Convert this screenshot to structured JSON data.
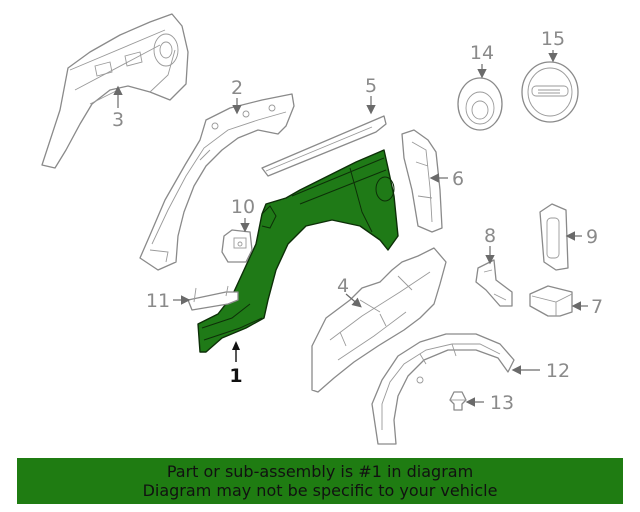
{
  "callouts": {
    "c1": "1",
    "c2": "2",
    "c3": "3",
    "c4": "4",
    "c5": "5",
    "c6": "6",
    "c7": "7",
    "c8": "8",
    "c9": "9",
    "c10": "10",
    "c11": "11",
    "c12": "12",
    "c13": "13",
    "c14": "14",
    "c15": "15"
  },
  "highlighted_part": "1",
  "colors": {
    "highlight": "#1f7a17",
    "banner": "#1f7c12",
    "outline": "#8a8a8a"
  },
  "banner": {
    "line1": "Part or sub-assembly is #1 in diagram",
    "line2": "Diagram may not be specific to your vehicle"
  }
}
